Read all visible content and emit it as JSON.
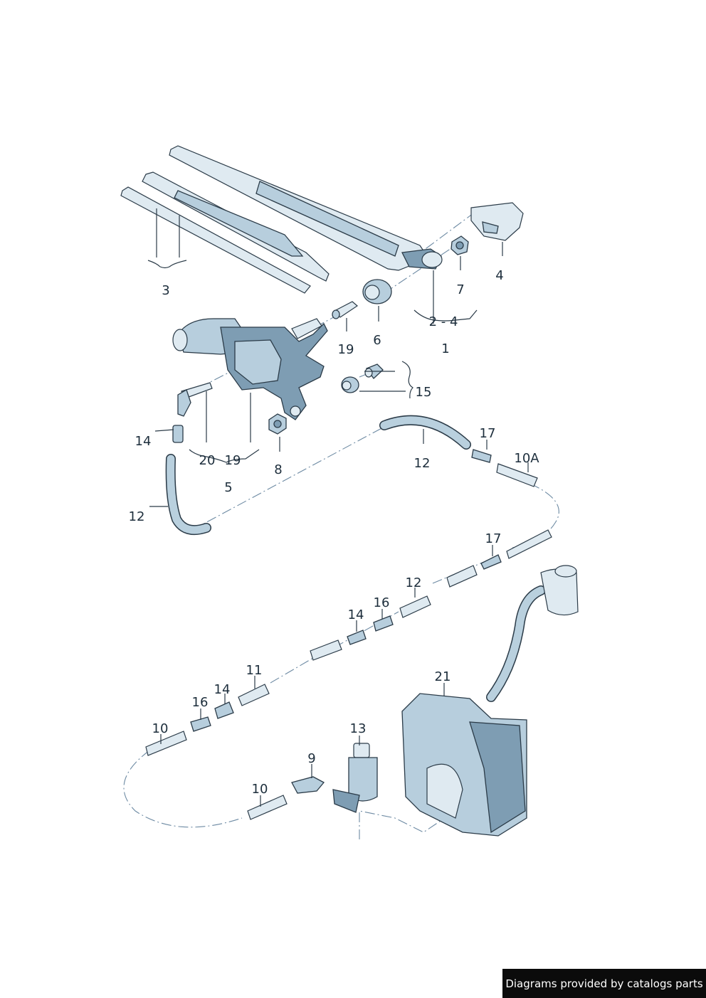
{
  "diagram": {
    "labels": {
      "l1": "1",
      "l2_4": "2 - 4",
      "l3": "3",
      "l4": "4",
      "l5": "5",
      "l6": "6",
      "l7": "7",
      "l8": "8",
      "l9": "9",
      "l10_a": "10",
      "l10_b": "10",
      "l10A": "10A",
      "l11": "11",
      "l12_a": "12",
      "l12_b": "12",
      "l12_c": "12",
      "l13": "13",
      "l14_a": "14",
      "l14_b": "14",
      "l14_c": "14",
      "l15": "15",
      "l16_a": "16",
      "l16_b": "16",
      "l17_a": "17",
      "l17_b": "17",
      "l19_a": "19",
      "l19_b": "19",
      "l20": "20",
      "l21": "21"
    }
  },
  "footer": {
    "credit": "Diagrams provided by catalogs parts"
  }
}
